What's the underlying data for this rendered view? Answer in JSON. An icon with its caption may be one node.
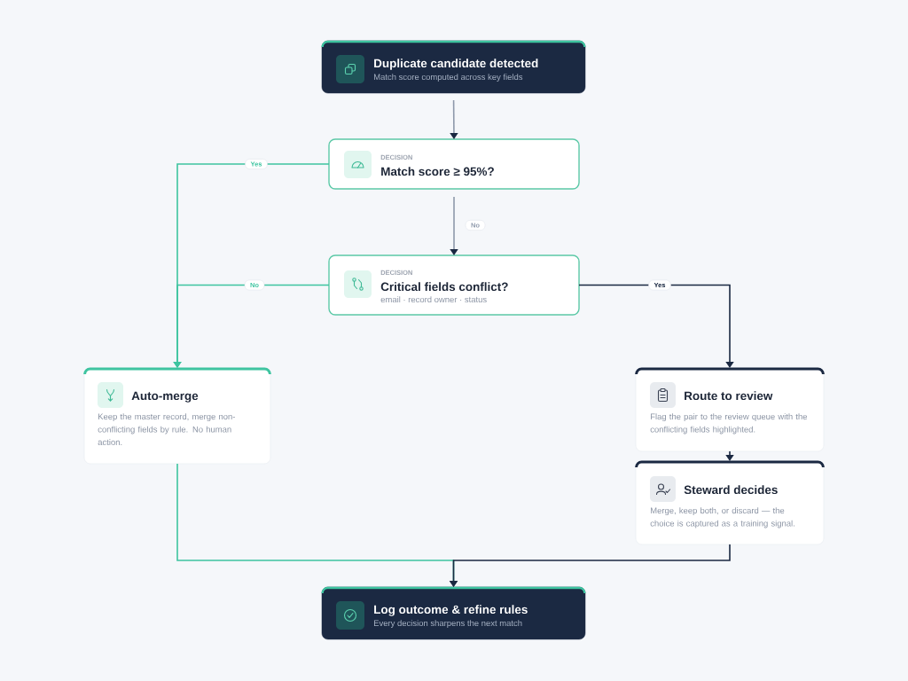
{
  "diagram": {
    "nodes": [
      {
        "text": [
          "Duplicate candidate detected",
          "Match score computed across key fields"
        ]
      },
      {
        "text": [
          "DECISION",
          "Match score ≥ 95%?"
        ]
      },
      {
        "text": [
          "DECISION",
          "Critical fields conflict?",
          "email · record owner · status"
        ]
      },
      {
        "text": [
          "Auto-merge",
          "Keep the master record, merge non-conflicting fields by rule. No human action."
        ]
      },
      {
        "text": [
          "Route to review",
          "Flag the pair to the review queue with the conflicting fields highlighted."
        ]
      },
      {
        "text": [
          "Steward decides",
          "Merge, keep both, or discard — the choice is captured as a training signal."
        ]
      },
      {
        "text": [
          "Log outcome & refine rules",
          "Every decision sharpens the next match"
        ]
      }
    ],
    "edges": [
      {
        "from": 0,
        "to": 1,
        "arrow": "to",
        "color": "#8e99ab"
      },
      {
        "from": 1,
        "to": 3,
        "arrow": "to",
        "label": "Yes",
        "color": "#3ec4a0"
      },
      {
        "from": 1,
        "to": 2,
        "arrow": "to",
        "label": "No",
        "color": "#8e99ab"
      },
      {
        "from": 2,
        "to": 3,
        "arrow": "to",
        "label": "No",
        "color": "#3ec4a0"
      },
      {
        "from": 2,
        "to": 4,
        "arrow": "to",
        "label": "Yes",
        "color": "#1b2942"
      },
      {
        "from": 4,
        "to": 5,
        "arrow": "to",
        "color": "#1b2942"
      },
      {
        "from": 3,
        "to": 6,
        "arrow": "to",
        "color": "#3ec4a0"
      },
      {
        "from": 5,
        "to": 6,
        "arrow": "to",
        "color": "#1b2942"
      }
    ]
  }
}
